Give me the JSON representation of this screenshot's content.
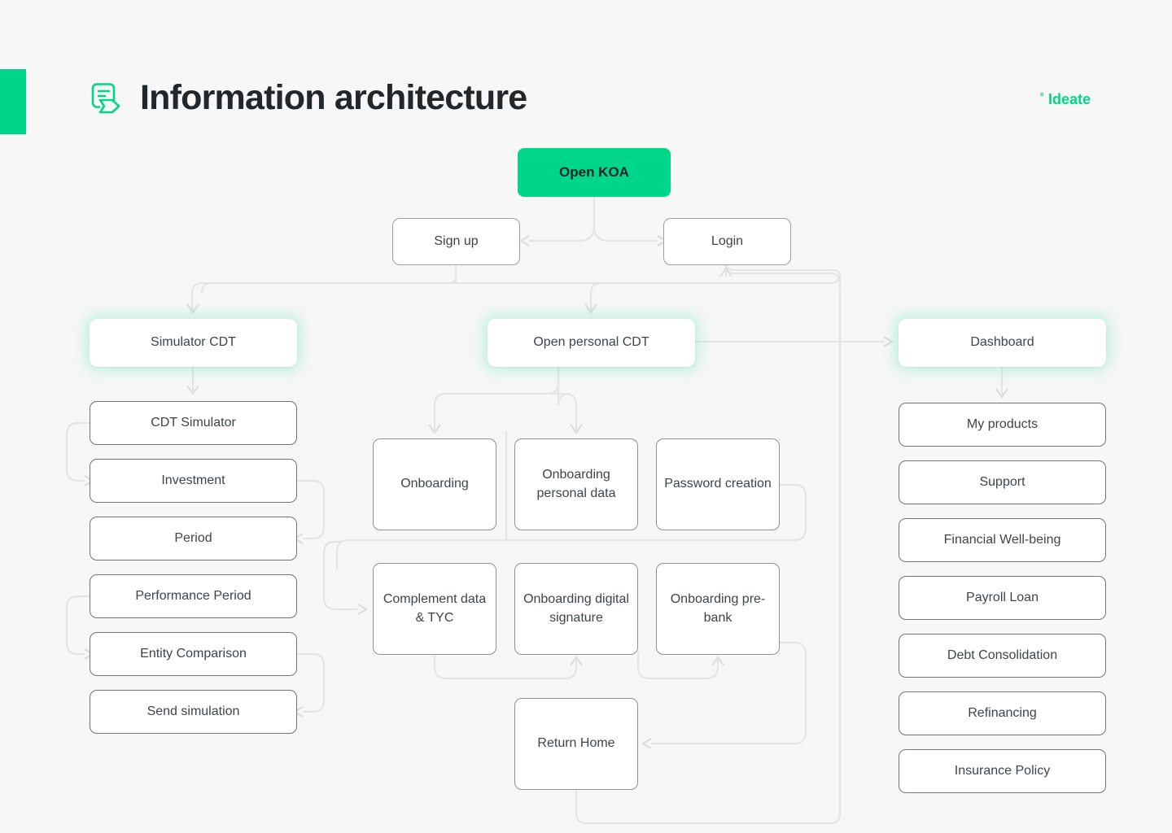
{
  "header": {
    "title": "Information architecture",
    "icon": "document-flow-icon",
    "brand": "Ideate",
    "brand_mark": "°",
    "accent_color": "#00d68a",
    "title_color": "#22272b",
    "background_color": "#f6f7f6"
  },
  "diagram": {
    "type": "flowchart",
    "node_border_color": "#6f7478",
    "node_text_color": "#3f4448",
    "connector_color": "#e3e5e4",
    "root": {
      "label": "Open KOA",
      "style": "root"
    },
    "auth": [
      {
        "label": "Sign up"
      },
      {
        "label": "Login"
      }
    ],
    "sections": [
      {
        "label": "Simulator CDT"
      },
      {
        "label": "Open personal CDT"
      },
      {
        "label": "Dashboard"
      }
    ],
    "simulator_items": [
      {
        "label": "CDT Simulator"
      },
      {
        "label": "Investment"
      },
      {
        "label": "Period"
      },
      {
        "label": "Performance Period"
      },
      {
        "label": "Entity Comparison"
      },
      {
        "label": "Send simulation"
      }
    ],
    "onboarding_row1": [
      {
        "label": "Onboarding"
      },
      {
        "label": "Onboarding personal data"
      },
      {
        "label": "Password creation"
      }
    ],
    "onboarding_row2": [
      {
        "label": "Complement data & TYC"
      },
      {
        "label": "Onboarding digital signature"
      },
      {
        "label": "Onboarding pre-bank"
      }
    ],
    "return_node": {
      "label": "Return Home"
    },
    "dashboard_items": [
      {
        "label": "My products"
      },
      {
        "label": "Support"
      },
      {
        "label": "Financial Well-being"
      },
      {
        "label": "Payroll Loan"
      },
      {
        "label": "Debt Consolidation"
      },
      {
        "label": "Refinancing"
      },
      {
        "label": "Insurance Policy"
      }
    ]
  }
}
